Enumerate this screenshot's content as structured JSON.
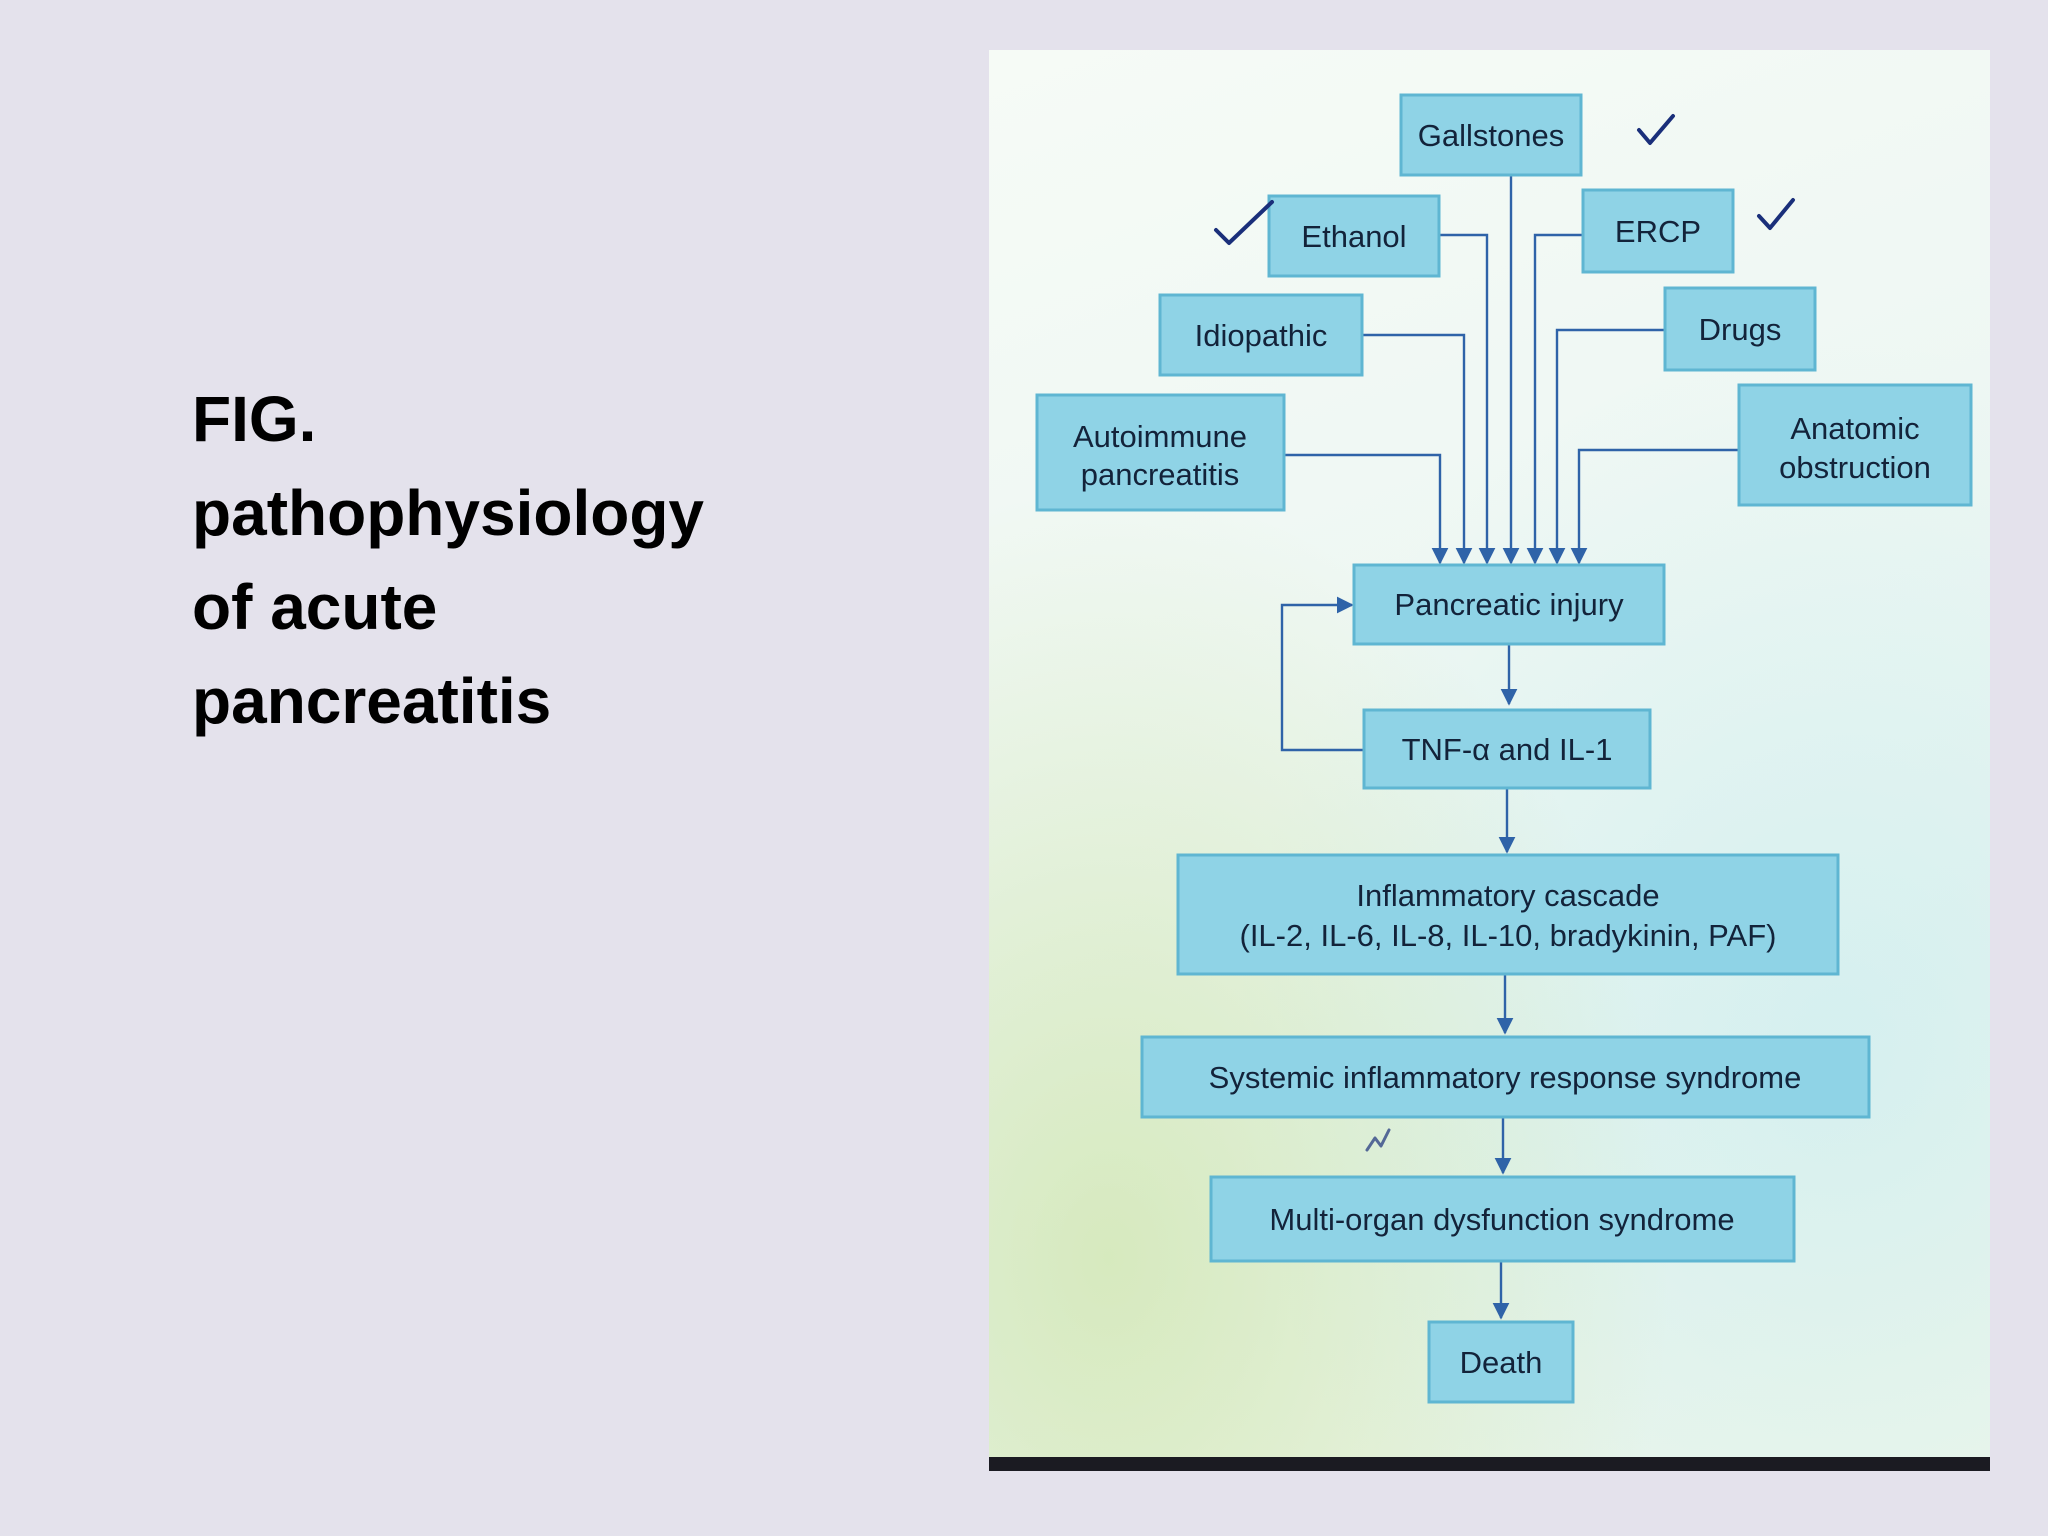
{
  "slide": {
    "title_lines": [
      "FIG.",
      "pathophysiology",
      "of acute",
      "pancreatitis"
    ]
  },
  "diagram": {
    "causes": {
      "gallstones": "Gallstones",
      "ethanol": "Ethanol",
      "ercp": "ERCP",
      "idiopathic": "Idiopathic",
      "drugs": "Drugs",
      "autoimmune": [
        "Autoimmune",
        "pancreatitis"
      ],
      "anatomic": [
        "Anatomic",
        "obstruction"
      ]
    },
    "pancreatic_injury": "Pancreatic injury",
    "tnf": "TNF-α and IL-1",
    "inflammatory_cascade": [
      "Inflammatory cascade",
      "(IL-2, IL-6, IL-8, IL-10, bradykinin, PAF)"
    ],
    "sirs": "Systemic inflammatory response syndrome",
    "mods": "Multi-organ dysfunction syndrome",
    "death": "Death"
  },
  "colors": {
    "box_fill": "#8fd3e6",
    "arrow": "#2f63a8",
    "check_mark": "#1a2f7a",
    "background": "#e4e2ec"
  }
}
